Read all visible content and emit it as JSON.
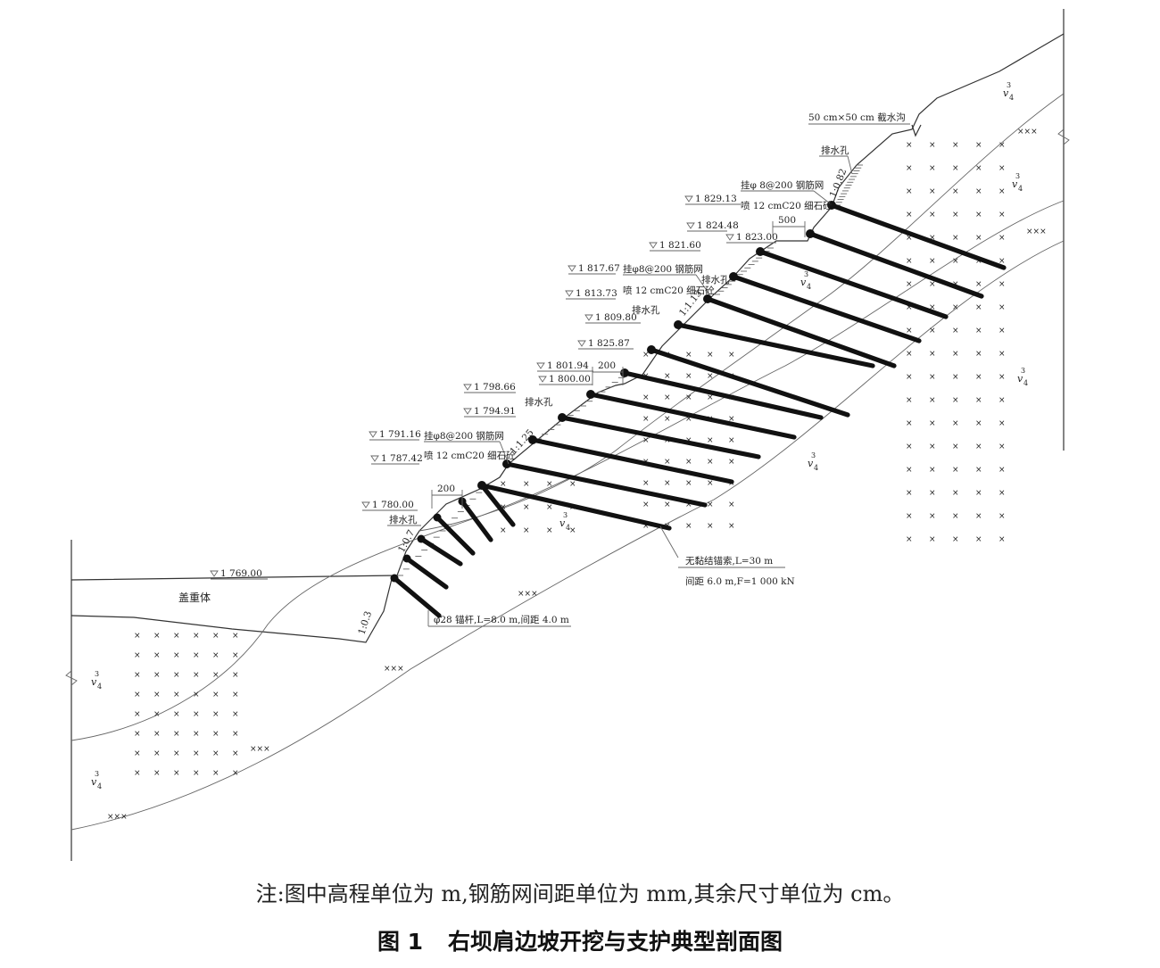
{
  "figure": {
    "number": "图 1",
    "title": "右坝肩边坡开挖与支护典型剖面图",
    "note": "注:图中高程单位为 m,钢筋网间距单位为 mm,其余尺寸单位为 cm。"
  },
  "elevations": [
    "1 829.13",
    "1 824.48",
    "1 823.00",
    "1 821.60",
    "1 817.67",
    "1 813.73",
    "1 809.80",
    "1 825.87",
    "1 801.94",
    "1 800.00",
    "1 798.66",
    "1 794.91",
    "1 791.16",
    "1 787.42",
    "1 780.00",
    "1 769.00"
  ],
  "labels": {
    "ditch": "50 cm×50 cm 截水沟",
    "drain": "排水孔",
    "mesh_top": "挂φ 8@200 钢筋网",
    "mesh": "挂φ8@200 钢筋网",
    "shotcrete": "喷 12 cmC20 细石砼",
    "counterweight": "盖重体",
    "cable_1": "无黏结锚索,L=30 m",
    "cable_2": "间距 6.0 m,F=1 000 kN",
    "bolt": "φ28 锚杆,L=8.0 m,间距 4.0 m"
  },
  "dimensions": [
    "500",
    "200",
    "200"
  ],
  "slopes": [
    "1:0.82",
    "1:1.15",
    "1:1.25",
    "1:0.7",
    "1:0.3"
  ],
  "rock_zone": "v",
  "rock_sup": "3",
  "rock_sub": "4"
}
